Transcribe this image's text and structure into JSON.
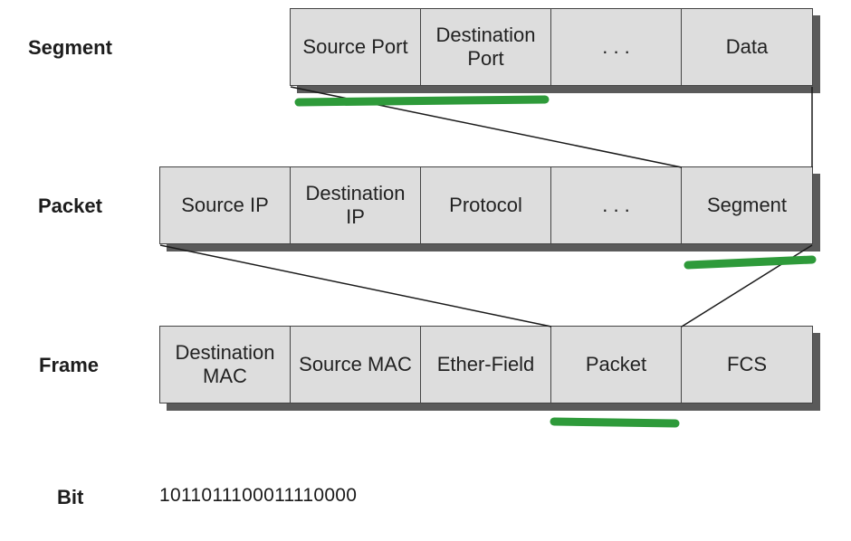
{
  "rows": {
    "segment": {
      "label": "Segment",
      "cells": [
        "Source Port",
        "Destination\nPort",
        ". . .",
        "Data"
      ]
    },
    "packet": {
      "label": "Packet",
      "cells": [
        "Source IP",
        "Destination\nIP",
        "Protocol",
        ". . .",
        "Segment"
      ]
    },
    "frame": {
      "label": "Frame",
      "cells": [
        "Destination\nMAC",
        "Source MAC",
        "Ether-Field",
        "Packet",
        "FCS"
      ]
    },
    "bit": {
      "label": "Bit",
      "value": "1011011100011110000"
    }
  },
  "colors": {
    "cell_fill": "#dddddd",
    "shadow": "#5a5a5a",
    "highlight": "#2e9a3a"
  }
}
